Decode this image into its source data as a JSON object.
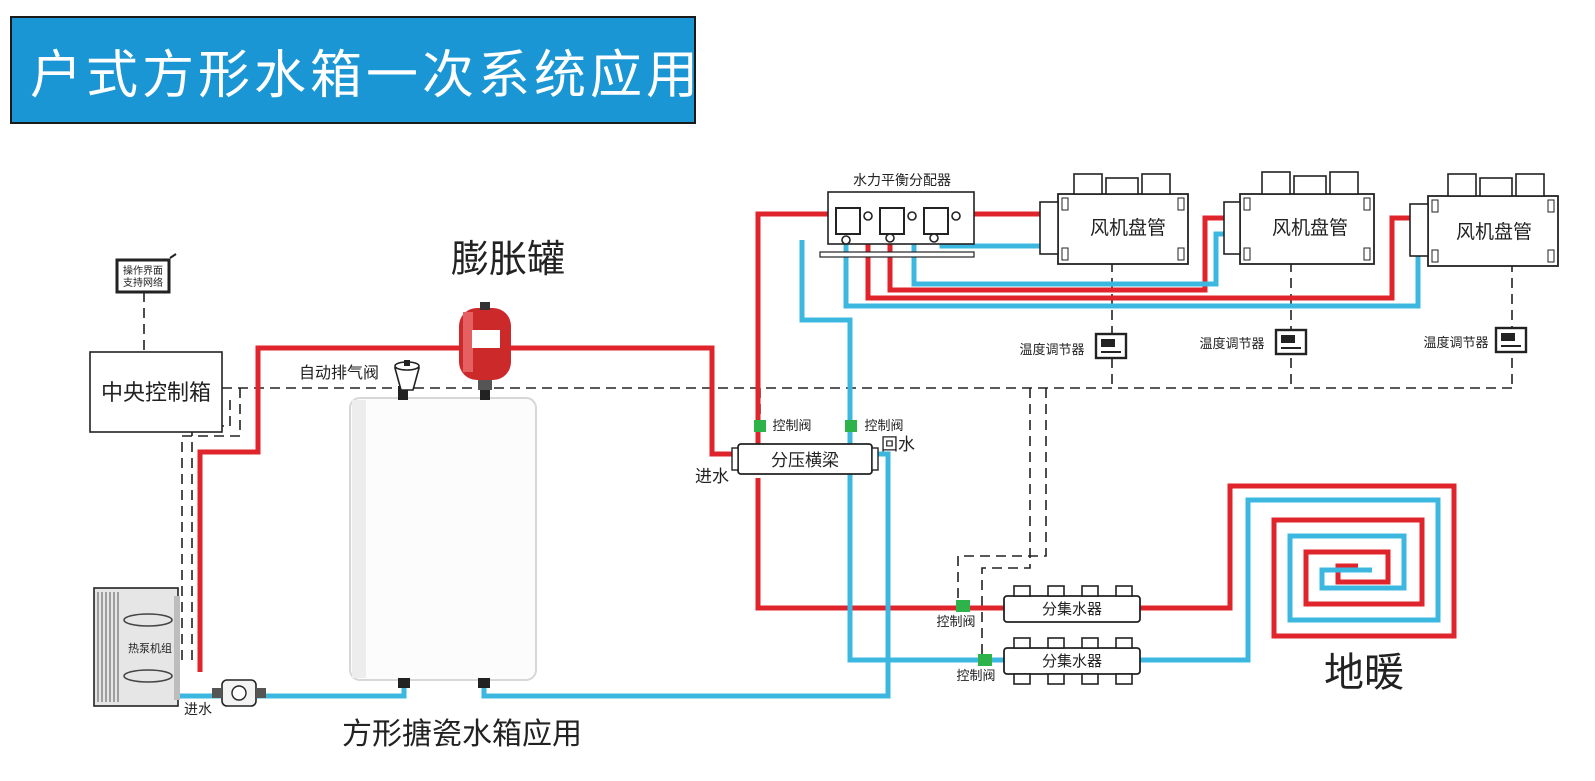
{
  "title": "户式方形水箱一次系统应用",
  "labels": {
    "expansion_tank": "膨胀罐",
    "operation_panel_line1": "操作界面",
    "operation_panel_line2": "支持网络",
    "central_control_box": "中央控制箱",
    "auto_air_vent": "自动排气阀",
    "heat_pump_unit": "热泵机组",
    "water_in_pump": "进水",
    "tank_caption": "方形搪瓷水箱应用",
    "hydraulic_distributor": "水力平衡分配器",
    "fan_coil_1": "风机盘管",
    "fan_coil_2": "风机盘管",
    "fan_coil_3": "风机盘管",
    "thermostat_1": "温度调节器",
    "thermostat_2": "温度调节器",
    "thermostat_3": "温度调节器",
    "control_valve_left": "控制阀",
    "control_valve_right": "控制阀",
    "return_water": "回水",
    "water_in_header": "进水",
    "pressure_header": "分压横梁",
    "manifold_supply": "分集水器",
    "manifold_return": "分集水器",
    "control_valve_supply": "控制阀",
    "control_valve_return": "控制阀",
    "floor_heating": "地暖"
  },
  "colors": {
    "supply_pipe": "#e0242b",
    "return_pipe": "#3cb8e0",
    "banner": "#1a96d4",
    "valve": "#2db34a",
    "tank_body": "#cc2a2a"
  }
}
